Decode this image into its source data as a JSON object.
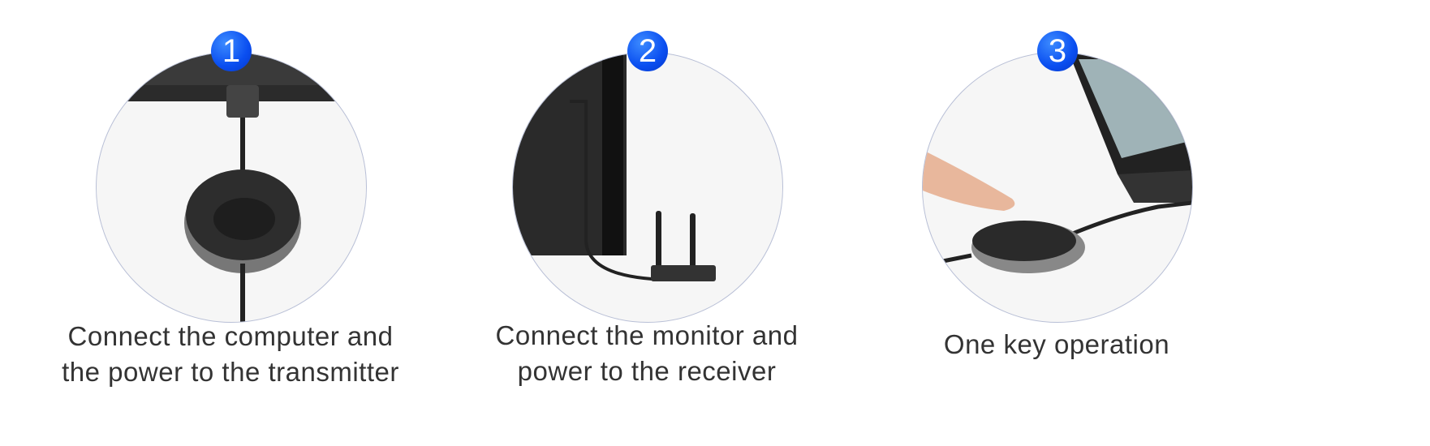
{
  "steps": [
    {
      "number": "1",
      "caption_lines": [
        "Connect the computer and",
        "the power to the transmitter"
      ]
    },
    {
      "number": "2",
      "caption_lines": [
        "Connect the monitor and",
        "power to the receiver"
      ]
    },
    {
      "number": "3",
      "caption_lines": [
        "One key operation"
      ]
    }
  ],
  "colors": {
    "badge": "#0a4ef0",
    "circle_border": "#b8bfd6",
    "caption": "#333333"
  }
}
